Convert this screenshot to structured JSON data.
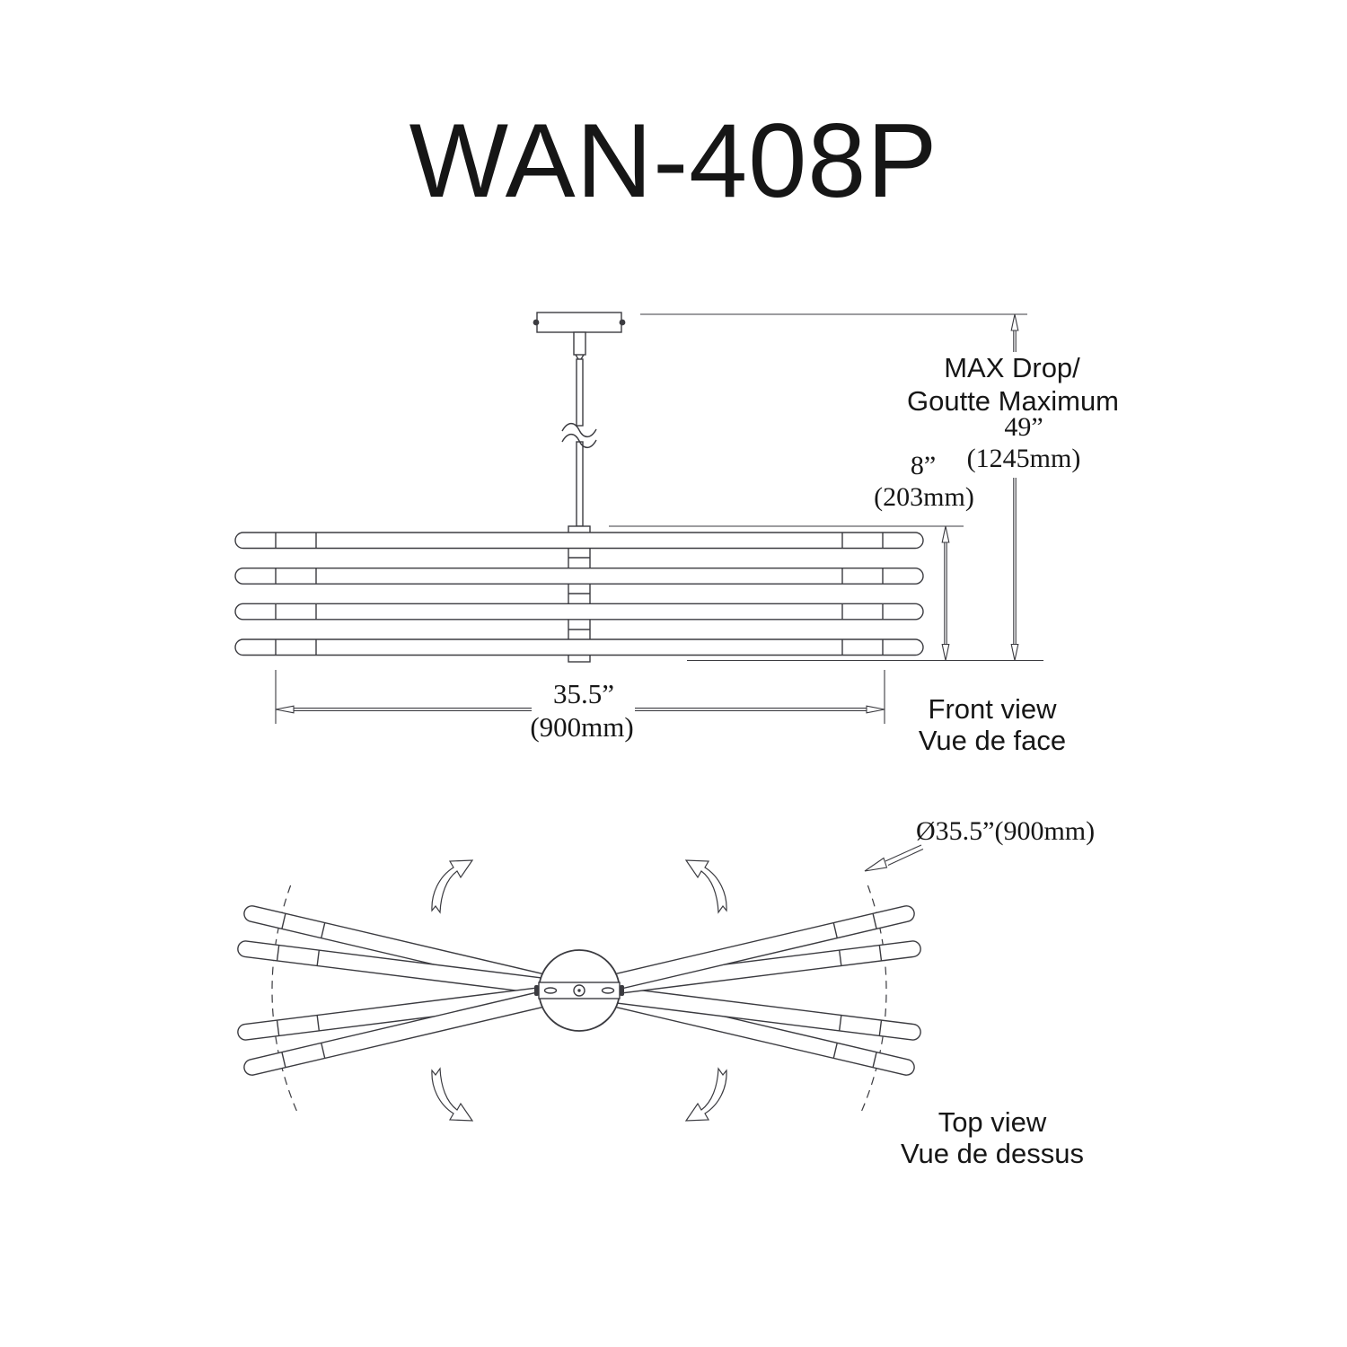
{
  "title": "WAN-408P",
  "front_view": {
    "view_label_en": "Front view",
    "view_label_fr": "Vue de face",
    "max_drop_label_line1": "MAX Drop/",
    "max_drop_label_line2": "Goutte Maximum",
    "max_drop_inches": "49”",
    "max_drop_mm": "(1245mm)",
    "fixture_height_inches": "8”",
    "fixture_height_mm": "(203mm)",
    "fixture_width_inches": "35.5”",
    "fixture_width_mm": "(900mm)"
  },
  "top_view": {
    "view_label_en": "Top view",
    "view_label_fr": "Vue de dessus",
    "swivel_diameter": "Ø35.5”(900mm)"
  },
  "colors": {
    "line": "#3b3b40",
    "text": "#161616",
    "background": "#ffffff"
  }
}
